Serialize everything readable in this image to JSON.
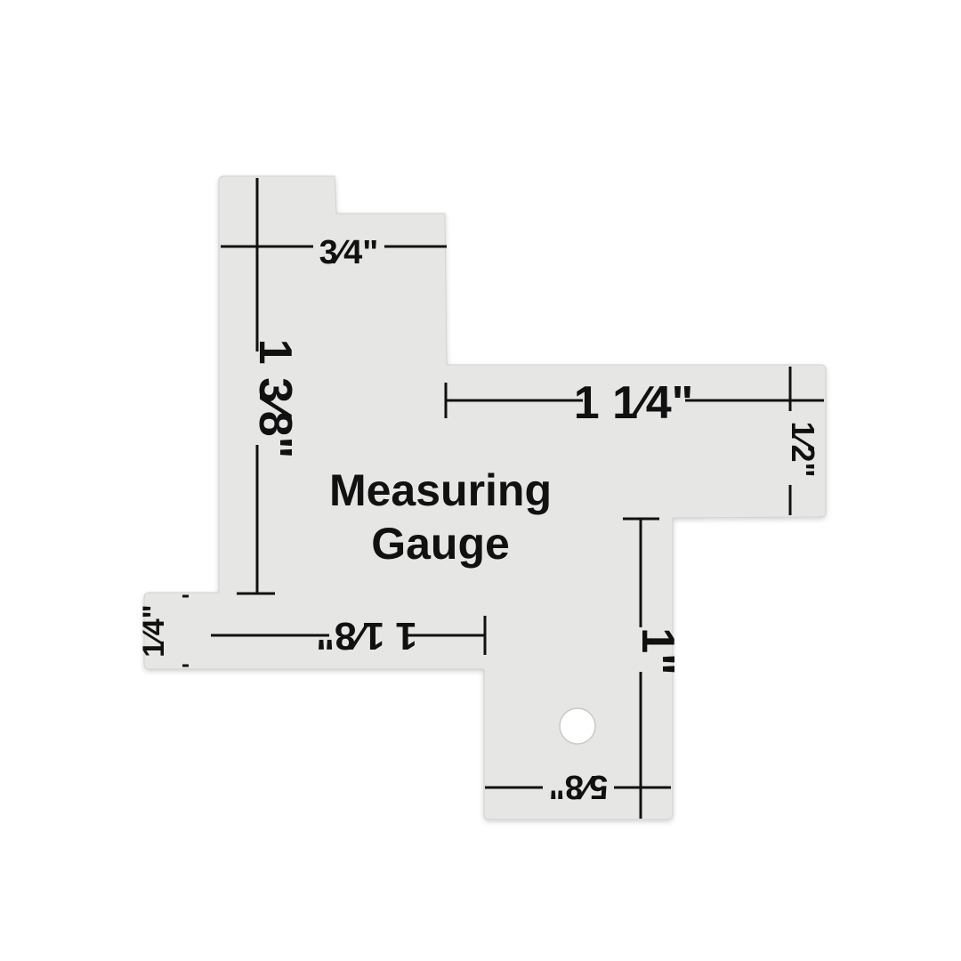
{
  "gauge": {
    "title_line1": "Measuring",
    "title_line2": "Gauge",
    "labels": {
      "three_quarter": "3⁄4\"",
      "one_three_eighths": "1 3⁄8\"",
      "one_quarter_top": "1 1⁄4\"",
      "one_half": "1⁄2\"",
      "one_eighth_left": "1 1⁄8\"",
      "one_quarter_left": "1⁄4\"",
      "one_inch": "1\"",
      "five_eighths": "5⁄8\""
    },
    "colors": {
      "plate": "#e6e6e4",
      "plate_edge": "#cfcfcc",
      "ink": "#111111",
      "background": "#ffffff"
    }
  }
}
